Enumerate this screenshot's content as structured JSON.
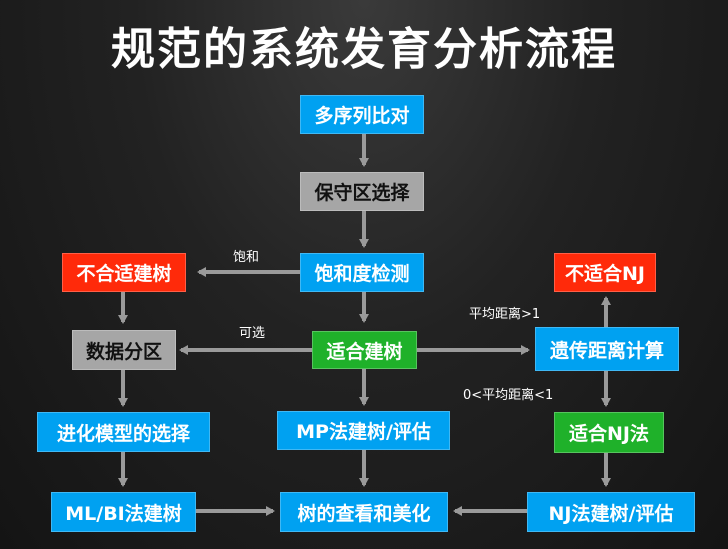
{
  "title": "规范的系统发育分析流程",
  "colors": {
    "blue": "#00A1F1",
    "gray": "#A6A6A6",
    "red": "#FF2A0A",
    "green": "#1FB12A",
    "arrow": "#9A9A9A"
  },
  "nodes": [
    {
      "id": "msa",
      "label": "多序列比对",
      "color": "blue"
    },
    {
      "id": "conserved",
      "label": "保守区选择",
      "color": "gray"
    },
    {
      "id": "saturation",
      "label": "饱和度检测",
      "color": "blue"
    },
    {
      "id": "not_suitable_tree",
      "label": "不合适建树",
      "color": "red"
    },
    {
      "id": "partition",
      "label": "数据分区",
      "color": "gray"
    },
    {
      "id": "suitable_tree",
      "label": "适合建树",
      "color": "green"
    },
    {
      "id": "genetic_distance",
      "label": "遗传距离计算",
      "color": "blue"
    },
    {
      "id": "not_suitable_nj",
      "label": "不适合NJ",
      "color": "red"
    },
    {
      "id": "model_selection",
      "label": "进化模型的选择",
      "color": "blue"
    },
    {
      "id": "mp_tree",
      "label": "MP法建树/评估",
      "color": "blue"
    },
    {
      "id": "suitable_nj",
      "label": "适合NJ法",
      "color": "green"
    },
    {
      "id": "ml_bi_tree",
      "label": "ML/BI法建树",
      "color": "blue"
    },
    {
      "id": "tree_view",
      "label": "树的查看和美化",
      "color": "blue"
    },
    {
      "id": "nj_tree",
      "label": "NJ法建树/评估",
      "color": "blue"
    }
  ],
  "edge_labels": {
    "saturated": "饱和",
    "optional": "可选",
    "avg_gt_1": "平均距离>1",
    "avg_between": "0<平均距离<1"
  }
}
